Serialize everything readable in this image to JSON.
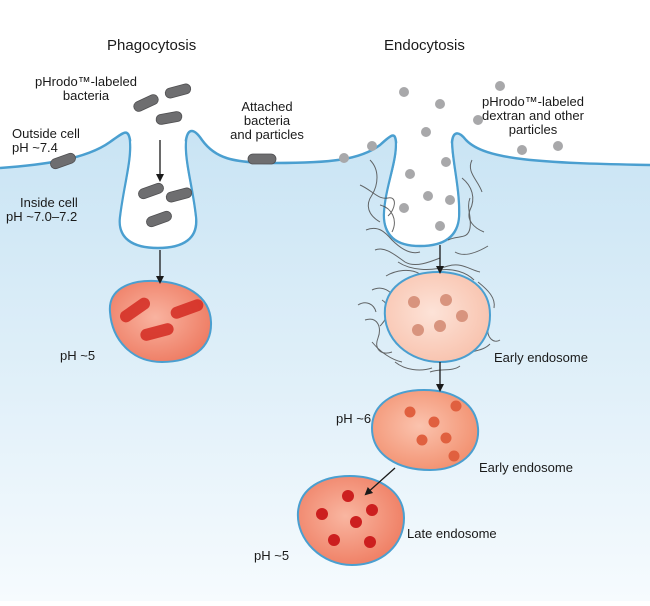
{
  "titles": {
    "phagocytosis": "Phagocytosis",
    "endocytosis": "Endocytosis"
  },
  "labels": {
    "phrodo_bacteria": [
      "pHrodo™-labeled",
      "bacteria"
    ],
    "attached": [
      "Attached",
      "bacteria",
      "and particles"
    ],
    "outside_cell": [
      "Outside cell",
      "pH ~7.4"
    ],
    "inside_cell": [
      "Inside cell",
      "pH ~7.0–7.2"
    ],
    "phrodo_dextran": [
      "pHrodo™-labeled",
      "dextran and other",
      "particles"
    ],
    "ph_phagosome": "pH ~5",
    "early_endosome_1": "Early endosome",
    "ph_early_2": "pH ~6",
    "early_endosome_2": "Early endosome",
    "late_endosome": "Late endosome",
    "ph_late": "pH ~5"
  },
  "colors": {
    "cytoplasm_top": "#c9e4f4",
    "cytoplasm_bottom": "#f2f9fd",
    "membrane": "#4a9fd0",
    "bacteria": "#6e6e70",
    "dextran": "#a8a8aa",
    "phagosome_fill": "#f48a72",
    "early_endosome_fill": "#fbd3c4",
    "early_endosome_2_fill": "#f6a88f",
    "late_endosome_fill": "#f28d74",
    "red_particle": "#cc1f1f",
    "actin": "#4d4d4d"
  }
}
